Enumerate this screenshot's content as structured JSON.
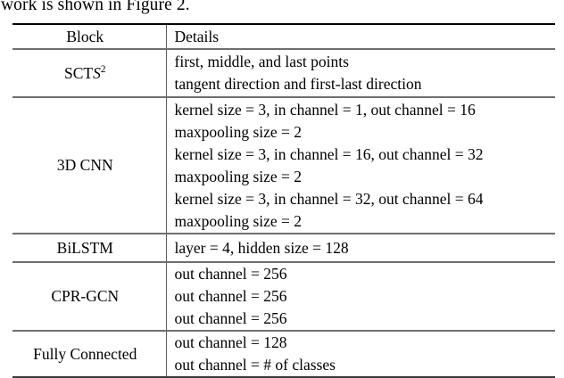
{
  "page": {
    "trailing_body_text": "work is shown in Figure 2."
  },
  "table": {
    "headers": {
      "block": "Block",
      "details": "Details"
    },
    "rows": [
      {
        "block_plain": "SCTS2",
        "block_parts": {
          "roman": "SCT",
          "italic": "S",
          "superscript": "2"
        },
        "details": [
          "first, middle, and last points",
          "tangent direction and first-last direction"
        ]
      },
      {
        "block_plain": "3D CNN",
        "details": [
          "kernel size = 3, in channel = 1, out channel = 16",
          "maxpooling size = 2",
          "kernel size = 3, in channel = 16, out channel = 32",
          "maxpooling size = 2",
          "kernel size = 3, in channel = 32, out channel = 64",
          "maxpooling size = 2"
        ]
      },
      {
        "block_plain": "BiLSTM",
        "details": [
          "layer = 4, hidden size = 128"
        ]
      },
      {
        "block_plain": "CPR-GCN",
        "details": [
          "out channel = 256",
          "out channel = 256",
          "out channel = 256"
        ]
      },
      {
        "block_plain": "Fully Connected",
        "details": [
          "out channel = 128",
          "out channel = # of classes"
        ]
      }
    ]
  },
  "colors": {
    "text": "#000000",
    "rule_heavy": "#000000",
    "rule_light": "#6e6e6e",
    "background": "#ffffff"
  }
}
